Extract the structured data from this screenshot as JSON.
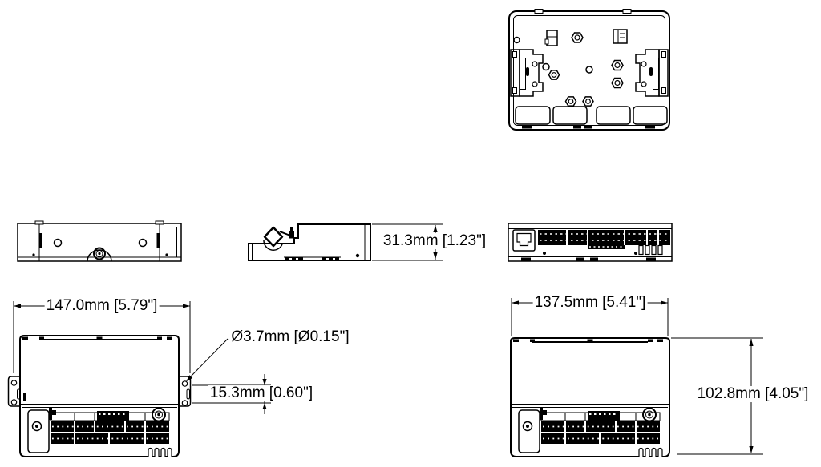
{
  "drawing": {
    "type": "mechanical-dimension-drawing",
    "dims": {
      "side_height": "31.3mm [1.23\"]",
      "overall_width": "147.0mm [5.79\"]",
      "hole_diameter": "Ø3.7mm [Ø0.15\"]",
      "flange_height": "15.3mm [0.60\"]",
      "body_width": "137.5mm [5.41\"]",
      "body_height": "102.8mm [4.05\"]"
    }
  }
}
